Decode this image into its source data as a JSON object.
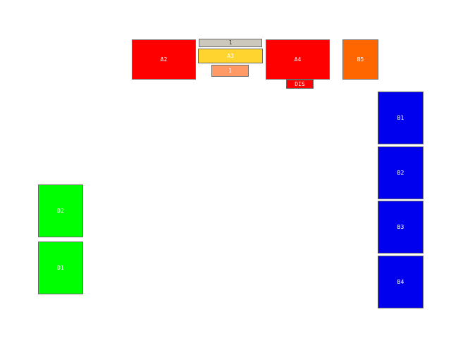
{
  "blocks": {
    "a2": {
      "label": "A2",
      "color": "#ff0000"
    },
    "small1_top": {
      "label": "1",
      "color": "#ccc9bc"
    },
    "a3": {
      "label": "A3",
      "color": "#ffd42f"
    },
    "small1_bottom": {
      "label": "1",
      "color": "#ff9966"
    },
    "a4": {
      "label": "A4",
      "color": "#ff0000"
    },
    "dis": {
      "label": "DIS",
      "color": "#ff0000"
    },
    "b5": {
      "label": "B5",
      "color": "#ff6600"
    },
    "b1": {
      "label": "B1",
      "color": "#0000ee"
    },
    "b2": {
      "label": "B2",
      "color": "#0000ee"
    },
    "b3": {
      "label": "B3",
      "color": "#0000ee"
    },
    "b4": {
      "label": "B4",
      "color": "#0000ee"
    },
    "d2": {
      "label": "D2",
      "color": "#00ff00"
    },
    "d1": {
      "label": "D1",
      "color": "#00ff00"
    }
  }
}
